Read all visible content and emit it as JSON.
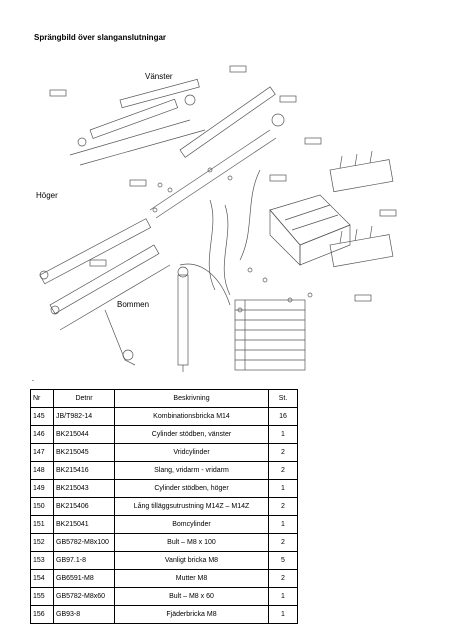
{
  "title": "Sprängbild över slanganslutningar",
  "labels": {
    "left": "Vänster",
    "right": "Höger",
    "boom": "Bommen"
  },
  "tick_mark": "-",
  "table": {
    "headers": [
      "Nr",
      "Detnr",
      "Beskrivning",
      "St."
    ],
    "rows": [
      [
        "145",
        "JB/T982-14",
        "Kombinationsbricka M14",
        "16"
      ],
      [
        "146",
        "BK215044",
        "Cylinder stödben, vänster",
        "1"
      ],
      [
        "147",
        "BK215045",
        "Vridcylinder",
        "2"
      ],
      [
        "148",
        "BK215416",
        "Slang, vridarm - vridarm",
        "2"
      ],
      [
        "149",
        "BK215043",
        "Cylinder stödben, höger",
        "1"
      ],
      [
        "150",
        "BK215406",
        "Lång tilläggsutrustning M14Z – M14Z",
        "2"
      ],
      [
        "151",
        "BK215041",
        "Bomcylinder",
        "1"
      ],
      [
        "152",
        "GB5782-M8x100",
        "Bult – M8 x 100",
        "2"
      ],
      [
        "153",
        "GB97.1-8",
        "Vanligt bricka M8",
        "5"
      ],
      [
        "154",
        "GB6591-M8",
        "Mutter M8",
        "2"
      ],
      [
        "155",
        "GB5782-M8x60",
        "Bult – M8 x 60",
        "1"
      ],
      [
        "156",
        "GB93-8",
        "Fjäderbricka M8",
        "1"
      ]
    ]
  }
}
